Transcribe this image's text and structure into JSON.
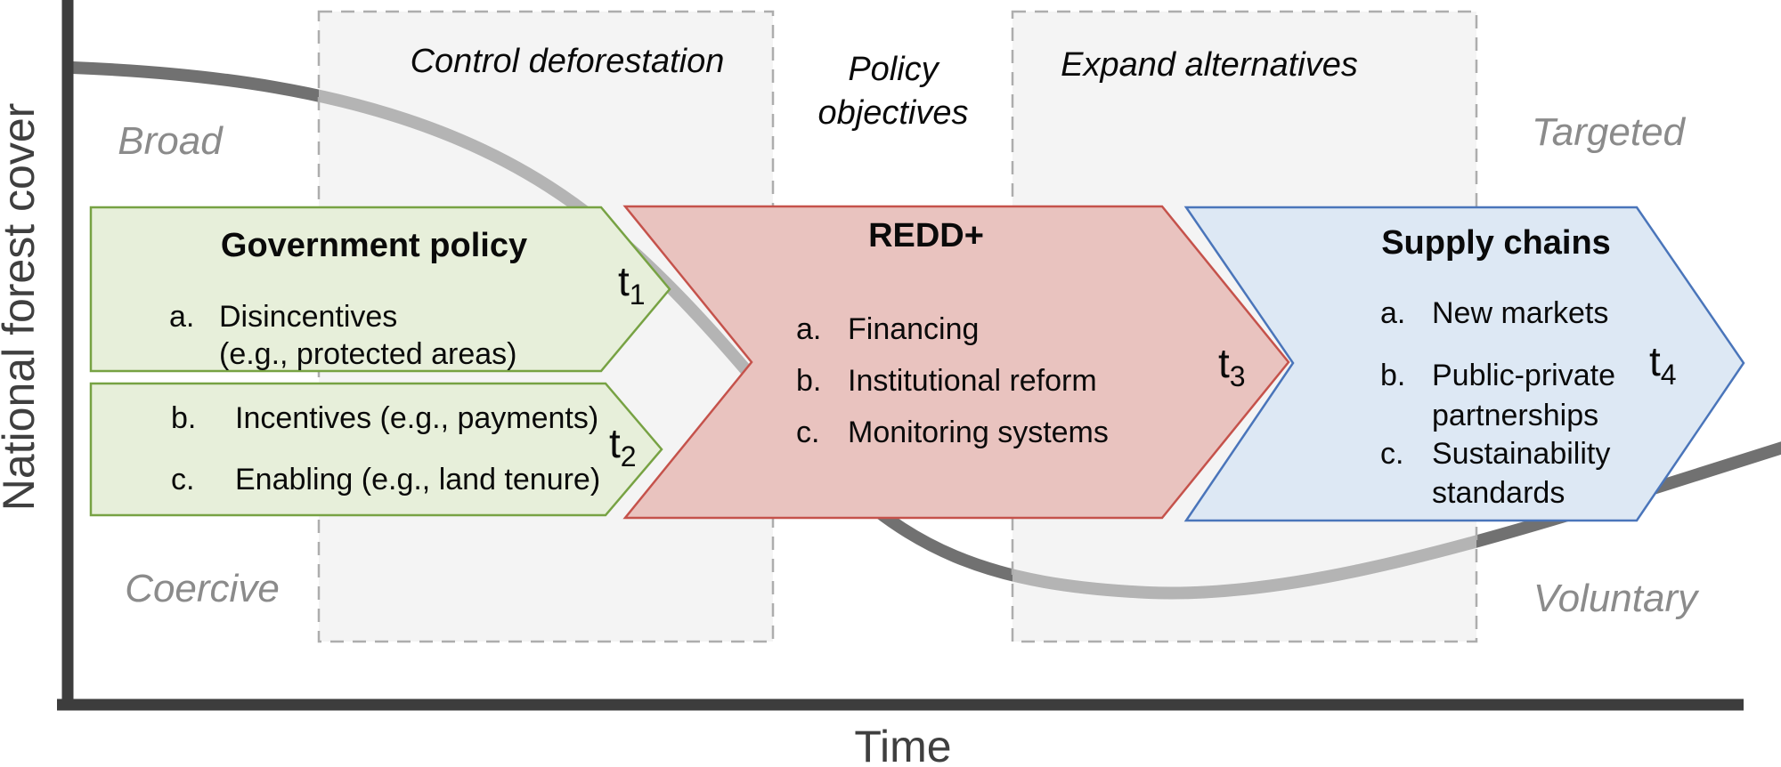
{
  "figure": {
    "y_axis_label": "National forest cover",
    "x_axis_label": "Time",
    "quadrant_labels": {
      "top_left": "Broad",
      "top_right": "Targeted",
      "bottom_left": "Coercive",
      "bottom_right": "Voluntary"
    },
    "objectives": {
      "left_box_label": "Control deforestation",
      "center_label_line1": "Policy",
      "center_label_line2": "objectives",
      "right_box_label": "Expand alternatives"
    },
    "arrows": {
      "government_policy_1": {
        "title": "Government policy",
        "time_label": {
          "base": "t",
          "sub": "1"
        },
        "items": [
          {
            "marker": "a.",
            "line1": "Disincentives",
            "line2": "(e.g., protected areas)"
          }
        ]
      },
      "government_policy_2": {
        "time_label": {
          "base": "t",
          "sub": "2"
        },
        "items": [
          {
            "marker": "b.",
            "line1": "Incentives (e.g., payments)"
          },
          {
            "marker": "c.",
            "line1": "Enabling (e.g., land tenure)"
          }
        ]
      },
      "redd": {
        "title": "REDD+",
        "time_label": {
          "base": "t",
          "sub": "3"
        },
        "items": [
          {
            "marker": "a.",
            "line1": "Financing"
          },
          {
            "marker": "b.",
            "line1": "Institutional reform"
          },
          {
            "marker": "c.",
            "line1": "Monitoring systems"
          }
        ]
      },
      "supply_chains": {
        "title": "Supply chains",
        "time_label": {
          "base": "t",
          "sub": "4"
        },
        "items": [
          {
            "marker": "a.",
            "line1": "New markets"
          },
          {
            "marker": "b.",
            "line1": "Public-private",
            "line2": "partnerships"
          },
          {
            "marker": "c.",
            "line1": "Sustainability",
            "line2": "standards"
          }
        ]
      }
    },
    "colors": {
      "green_fill": "#e7efda",
      "green_stroke": "#77a243",
      "red_fill": "#e9c3bf",
      "red_stroke": "#c5524b",
      "blue_fill": "#dde8f4",
      "blue_stroke": "#4a75ba",
      "curve": "#717171",
      "box_fill": "rgba(235,235,235,0.55)",
      "box_stroke": "#adadad",
      "axis": "#3d3d3d"
    }
  }
}
